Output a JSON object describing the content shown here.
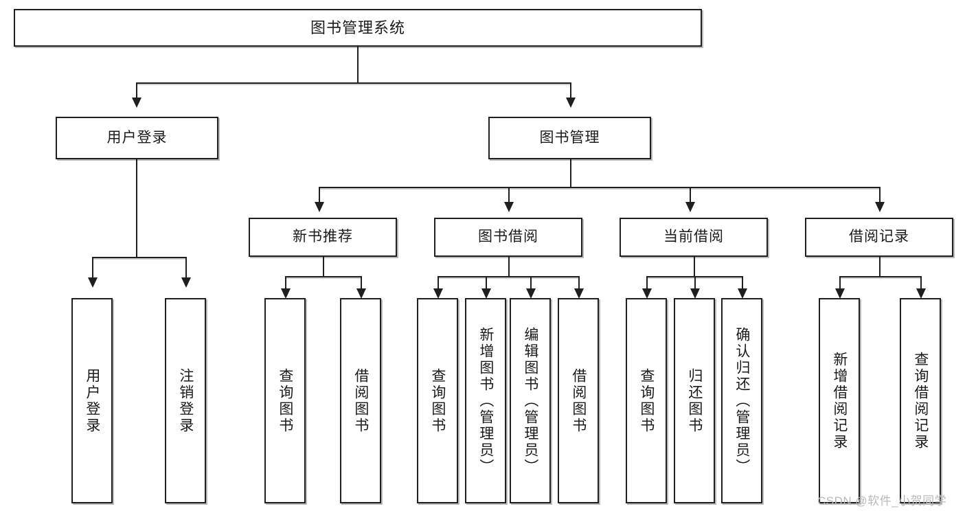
{
  "diagram": {
    "type": "tree-hierarchy-functional-decomposition",
    "root": {
      "label": "图书管理系统"
    },
    "level2": [
      {
        "label": "用户登录"
      },
      {
        "label": "图书管理"
      }
    ],
    "level3": [
      {
        "label": "新书推荐"
      },
      {
        "label": "图书借阅"
      },
      {
        "label": "当前借阅"
      },
      {
        "label": "借阅记录"
      }
    ],
    "leaves": {
      "user_login": [
        {
          "label": "用户登录"
        },
        {
          "label": "注销登录"
        }
      ],
      "new_book_recommend": [
        {
          "label": "查询图书"
        },
        {
          "label": "借阅图书"
        }
      ],
      "book_borrow": [
        {
          "label": "查询图书"
        },
        {
          "label": "新增图书（管理员）"
        },
        {
          "label": "编辑图书（管理员）"
        },
        {
          "label": "借阅图书"
        }
      ],
      "current_borrow": [
        {
          "label": "查询图书"
        },
        {
          "label": "归还图书"
        },
        {
          "label": "确认归还（管理员）"
        }
      ],
      "borrow_record": [
        {
          "label": "新增借阅记录"
        },
        {
          "label": "查询借阅记录"
        }
      ]
    }
  },
  "watermark": {
    "text": "CSDN @软件_小贺同学"
  },
  "colors": {
    "stroke": "#1f1f1f",
    "fill": "#ffffff",
    "text": "#1a1a1a",
    "watermark": "#b9b9b9",
    "shadow": "#828282"
  }
}
